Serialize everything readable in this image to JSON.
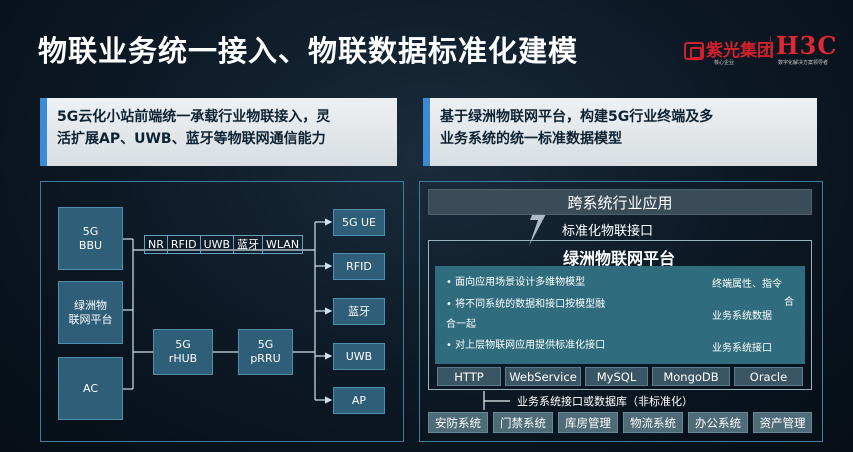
{
  "header": {
    "title": "物联业务统一接入、物联数据标准化建模",
    "logo_unisplendour": "紫光集团",
    "logo_unisplendour_sub": "核心企业",
    "logo_h3c": "H3C",
    "logo_h3c_sub": "数字化解决方案领导者"
  },
  "left": {
    "banner": [
      "5G云化小站前端统一承载行业物联接入，灵",
      "活扩展AP、UWB、蓝牙等物联网通信能力"
    ],
    "sources": [
      {
        "label": [
          "5G",
          "BBU"
        ]
      },
      {
        "label": [
          "绿洲物",
          "联网平台"
        ]
      },
      {
        "label": [
          "AC"
        ]
      }
    ],
    "protocols": [
      "NR",
      "RFID",
      "UWB",
      "蓝牙",
      "WLAN"
    ],
    "rhub": [
      "5G",
      "rHUB"
    ],
    "prru": [
      "5G",
      "pRRU"
    ],
    "endpoints": [
      "5G UE",
      "RFID",
      "蓝牙",
      "UWB",
      "AP"
    ]
  },
  "right": {
    "banner": [
      "基于绿洲物联网平台，构建5G行业终端及多",
      "业务系统的统一标准数据模型"
    ],
    "cross_app": "跨系统行业应用",
    "std_interface": "标准化物联接口",
    "platform_title": "绿洲物联网平台",
    "bullets": [
      "• 面向应用场景设计多维物模型",
      "• 将不同系统的数据和接口按模型融",
      "  合一起",
      "• 对上层物联网应用提供标准化接口"
    ],
    "attributes": [
      "终端属性、指令",
      "合",
      "业务系统数据",
      "业务系统接口"
    ],
    "techs": [
      "HTTP",
      "WebService",
      "MySQL",
      "MongoDB",
      "Oracle"
    ],
    "biz_interface": "业务系统接口或数据库（非标准化）",
    "systems": [
      "安防系统",
      "门禁系统",
      "库房管理",
      "物流系统",
      "办公系统",
      "资产管理"
    ]
  },
  "colors": {
    "accent": "#3a8ad6",
    "box": "#2f5e78",
    "h3c_red": "#e02932"
  }
}
